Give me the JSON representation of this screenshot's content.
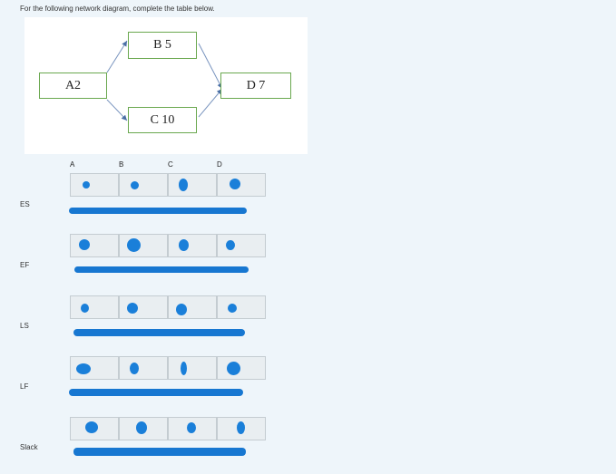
{
  "instruction": "For the following network diagram, complete the table below.",
  "diagram": {
    "nodes": {
      "a": "A2",
      "b": "B 5",
      "c": "C 10",
      "d": "D 7"
    }
  },
  "table": {
    "columns": [
      "A",
      "B",
      "C",
      "D"
    ],
    "rows": [
      {
        "label": "ES"
      },
      {
        "label": "EF"
      },
      {
        "label": "LS"
      },
      {
        "label": "LF"
      },
      {
        "label": "Slack"
      }
    ]
  },
  "colors": {
    "node_border": "#6aa84f",
    "arrow": "#4a6fa5",
    "redaction": "#1777d1"
  }
}
